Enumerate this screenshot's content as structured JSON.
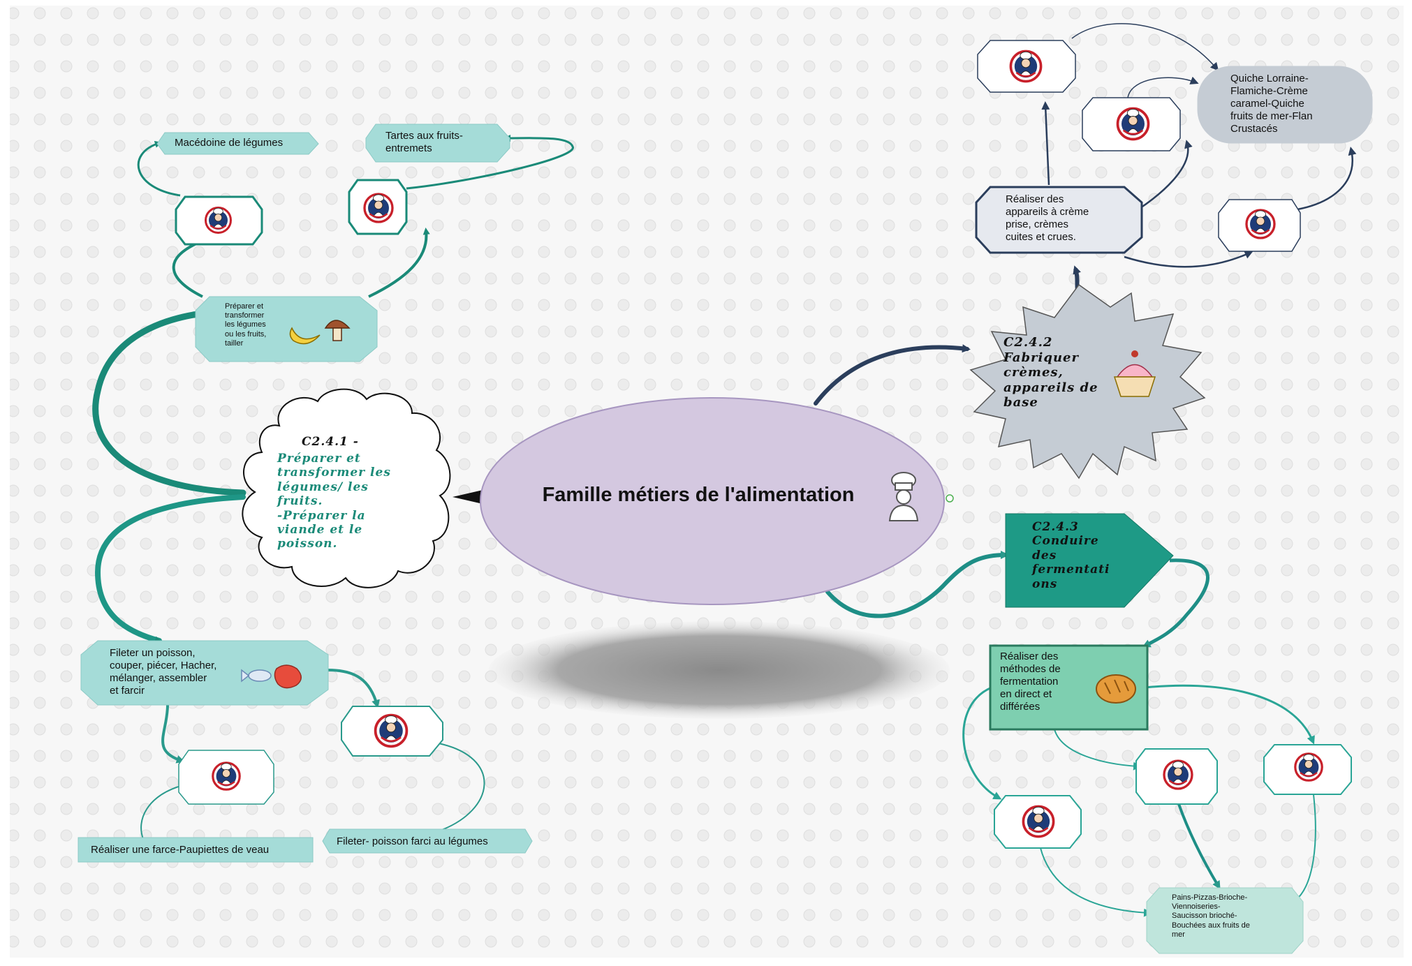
{
  "central": {
    "title": "Famille métiers de l'alimentation",
    "icon": "chef-icon"
  },
  "c241": {
    "code": "C2.4.1  -",
    "text": "Préparer et\ntransformer les\nlégumes/ les\nfruits.\n-Préparer la\nviande et le\npoisson."
  },
  "c242": {
    "text": "C2.4.2\nFabriquer\ncrèmes,\nappareils de\nbase",
    "icon": "cupcake-icon"
  },
  "c243": {
    "text": "C2.4.3\nConduire\ndes\nfermentati\nons"
  },
  "nodes": {
    "prep_legumes": "Préparer et\ntransformer\nles légumes\nou les fruits,\ntailler",
    "macedoine": "Macédoine de légumes",
    "tartes": "Tartes aux fruits-\nentremets",
    "fileter": "Fileter un poisson,\ncouper, piécer, Hacher,\nmélanger, assembler\net farcir",
    "farce": "Réaliser une farce-Paupiettes de veau",
    "poisson_farci": "Fileter- poisson farci au légumes",
    "appareils": "Réaliser des\nappareils à crème\nprise, crèmes\ncuites et crues.",
    "quiche": "Quiche Lorraine-\nFlamiche-Crème\ncaramel-Quiche\nfruits de mer-Flan\nCrustacés",
    "fermentation": "Réaliser des\nméthodes de\nfermentation\nen direct et\ndifférées",
    "pains": "Pains-Pizzas-Brioche-\nViennoiseries-\nSaucisson brioché-\nBouchées aux fruits de\nmer"
  },
  "icons": {
    "banana": "banana-icon",
    "mushroom": "mushroom-icon",
    "fish": "fish-icon",
    "meat": "meat-icon",
    "bread": "bread-icon",
    "chef_illustration": "chef-illustration-icon"
  },
  "colors": {
    "teal_dark": "#1a8a78",
    "teal_mid": "#3aa6a4",
    "teal_light": "#a5dcd8",
    "navy": "#2b3e5c",
    "central_fill": "#d4c8e0",
    "gray_node": "#c5ccd4",
    "green_node": "#7ecfb0"
  }
}
